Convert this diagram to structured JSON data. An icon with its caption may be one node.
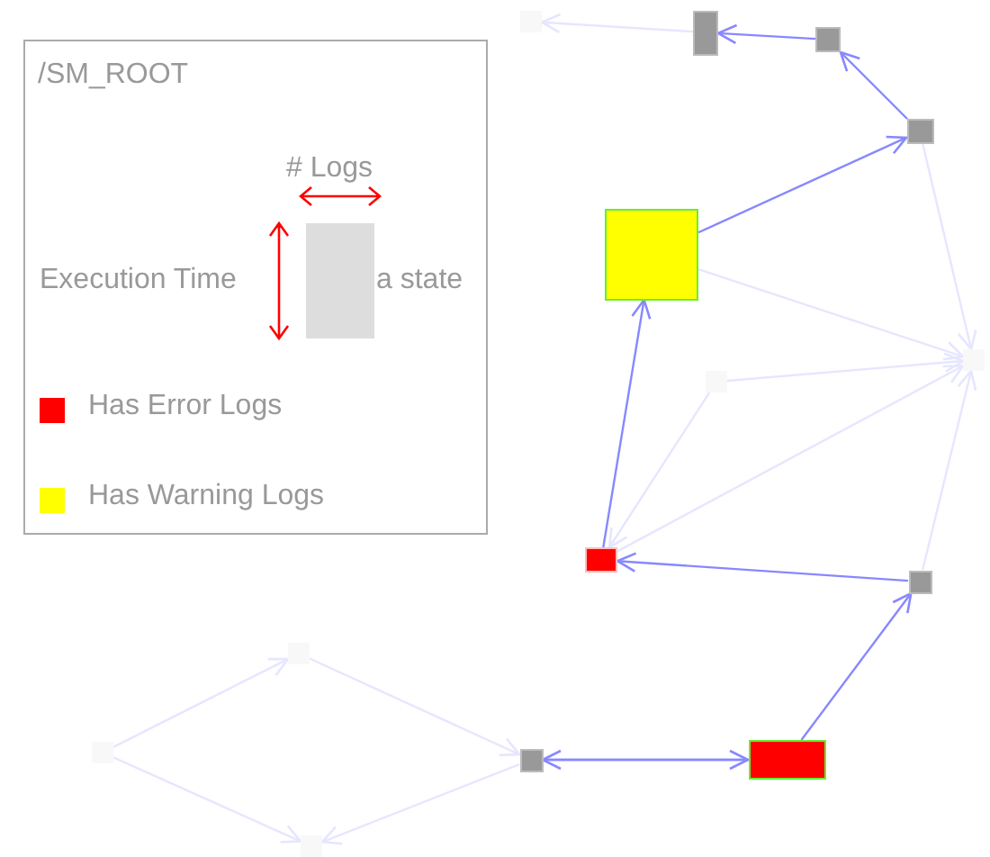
{
  "diagram": {
    "nodes": [
      {
        "text": [],
        "shape": "box"
      },
      {
        "text": [],
        "shape": "box"
      },
      {
        "text": [],
        "shape": "box"
      },
      {
        "text": [],
        "shape": "box"
      },
      {
        "text": [],
        "shape": "box"
      },
      {
        "text": [],
        "shape": "box"
      },
      {
        "text": [],
        "shape": "box"
      },
      {
        "text": [],
        "shape": "box"
      },
      {
        "text": [],
        "shape": "box"
      },
      {
        "text": [],
        "shape": "box"
      },
      {
        "text": [],
        "shape": "box"
      },
      {
        "text": [],
        "shape": "box"
      },
      {
        "text": [],
        "shape": "box"
      },
      {
        "text": [],
        "shape": "box"
      }
    ],
    "edges": [
      {
        "from": 2,
        "to": 1,
        "arrow": "to",
        "color": "#8888ff"
      },
      {
        "from": 3,
        "to": 2,
        "arrow": "to",
        "color": "#8888ff"
      },
      {
        "from": 4,
        "to": 3,
        "arrow": "to",
        "color": "#8888ff"
      },
      {
        "from": 7,
        "to": 4,
        "arrow": "to",
        "color": "#8888ff"
      },
      {
        "from": 8,
        "to": 7,
        "arrow": "to",
        "color": "#8888ff"
      },
      {
        "from": 10,
        "to": 8,
        "arrow": "to",
        "color": "#8888ff"
      },
      {
        "from": 9,
        "to": 10,
        "arrow": "to",
        "color": "#8888ff"
      },
      {
        "from": 10,
        "to": 9,
        "arrow": "to",
        "color": "#8888ff"
      },
      {
        "from": 1,
        "to": 0,
        "arrow": "to"
      },
      {
        "from": 4,
        "to": 6,
        "arrow": "to"
      },
      {
        "from": 3,
        "to": 6,
        "arrow": "to"
      },
      {
        "from": 5,
        "to": 6,
        "arrow": "to"
      },
      {
        "from": 5,
        "to": 7,
        "arrow": "to"
      },
      {
        "from": 7,
        "to": 6,
        "arrow": "to"
      },
      {
        "from": 8,
        "to": 6,
        "arrow": "to"
      },
      {
        "from": 11,
        "to": 12,
        "arrow": "to"
      },
      {
        "from": 12,
        "to": 9,
        "arrow": "to"
      },
      {
        "from": 9,
        "to": 13,
        "arrow": "to"
      },
      {
        "from": 11,
        "to": 13,
        "arrow": "to"
      }
    ],
    "labels": [
      "/SM_ROOT",
      "# Logs",
      "Execution Time",
      "a state"
    ],
    "legend": [
      {
        "text": "Has Error Logs",
        "color": "#ff0000"
      },
      {
        "text": "Has Warning Logs",
        "color": "#ffff00"
      }
    ]
  }
}
